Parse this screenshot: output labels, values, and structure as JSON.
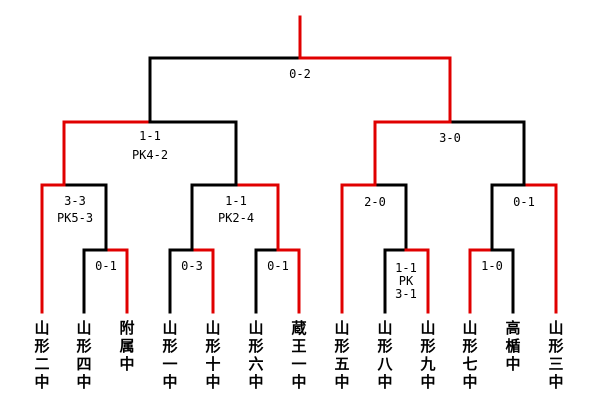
{
  "colors": {
    "win": "#e00000",
    "lose": "#000000"
  },
  "teams": [
    "山形二中",
    "山形四中",
    "附属中",
    "山形一中",
    "山形十中",
    "山形六中",
    "蔵王一中",
    "山形五中",
    "山形八中",
    "山形九中",
    "山形七中",
    "高楯中",
    "山形三中"
  ],
  "matches": {
    "r1_a": {
      "lines": [
        "0-1"
      ]
    },
    "r1_b": {
      "lines": [
        "0-3"
      ]
    },
    "r1_c": {
      "lines": [
        "0-1"
      ]
    },
    "r1_d": {
      "lines": [
        "1-1",
        "PK",
        "3-1"
      ]
    },
    "r1_e": {
      "lines": [
        "1-0"
      ]
    },
    "qf_a": {
      "lines": [
        "3-3",
        "PK5-3"
      ]
    },
    "qf_b": {
      "lines": [
        "1-1",
        "PK2-4"
      ]
    },
    "qf_c": {
      "lines": [
        "2-0"
      ]
    },
    "qf_d": {
      "lines": [
        "0-1"
      ]
    },
    "sf_a": {
      "lines": [
        "1-1",
        "PK4-2"
      ]
    },
    "sf_b": {
      "lines": [
        "3-0"
      ]
    },
    "final": {
      "lines": [
        "0-2"
      ]
    }
  }
}
